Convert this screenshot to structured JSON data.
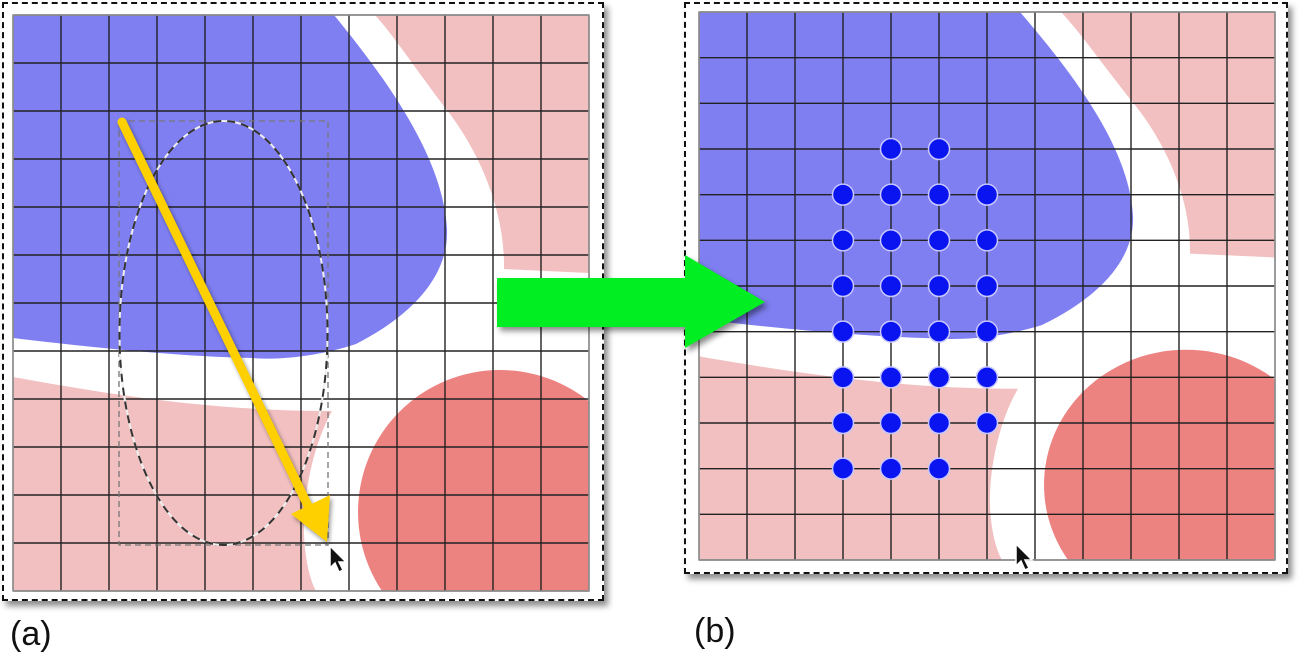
{
  "panels": [
    {
      "label": "(a)",
      "description_tag": "selection"
    },
    {
      "label": "(b)",
      "description_tag": "result"
    }
  ],
  "colors": {
    "blue_region": "#7f7ff2",
    "light_red_region": "#f2c0c0",
    "dark_red_region": "#ed8380",
    "grid_line": "#222222",
    "drag_arrow": "#ffd000",
    "transition_arrow": "#00ee22",
    "selected_dot": "#0a14f0"
  },
  "grid": {
    "columns": 12,
    "rows": 12
  },
  "selection_dots": [
    {
      "row": 3,
      "cols": [
        4,
        5
      ]
    },
    {
      "row": 4,
      "cols": [
        3,
        4,
        5,
        6
      ]
    },
    {
      "row": 5,
      "cols": [
        3,
        4,
        5,
        6
      ]
    },
    {
      "row": 6,
      "cols": [
        3,
        4,
        5,
        6
      ]
    },
    {
      "row": 7,
      "cols": [
        3,
        4,
        5,
        6
      ]
    },
    {
      "row": 8,
      "cols": [
        3,
        4,
        5,
        6
      ]
    },
    {
      "row": 9,
      "cols": [
        3,
        4,
        5,
        6
      ]
    },
    {
      "row": 10,
      "cols": [
        3,
        4,
        5
      ]
    }
  ]
}
